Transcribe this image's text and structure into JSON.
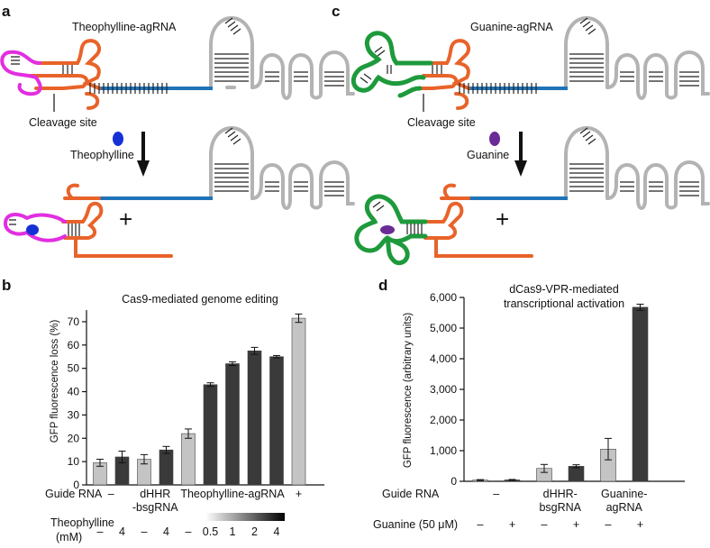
{
  "panels": {
    "a": {
      "letter": "a",
      "construct": "Theophylline-agRNA",
      "cleavage": "Cleavage site",
      "ligand": "Theophylline",
      "plus": "+"
    },
    "c": {
      "letter": "c",
      "construct": "Guanine-agRNA",
      "cleavage": "Cleavage site",
      "ligand": "Guanine",
      "plus": "+"
    }
  },
  "colors": {
    "aptamer_a": "#e22ee0",
    "aptamer_c": "#1e9a3c",
    "ribozyme": "#e8632a",
    "spacer": "#1f74b8",
    "scaffold": "#b3b3b3",
    "ligand_a": "#1531d6",
    "ligand_c": "#6a2b96",
    "bar_light": "#c4c4c4",
    "bar_dark": "#3a3a3a"
  },
  "chart_data": [
    {
      "panel": "b",
      "type": "bar",
      "title": "Cas9-mediated genome editing",
      "ylabel": "GFP fluorescence loss (%)",
      "ylim": [
        0,
        75
      ],
      "yticks": [
        0,
        10,
        20,
        30,
        40,
        50,
        60,
        70
      ],
      "ytick_labels": [
        "0",
        "10",
        "20",
        "30",
        "40",
        "50",
        "60",
        "70"
      ],
      "row1_label": "Guide RNA",
      "row2_label": "Theophylline",
      "row2_unit": "(mM)",
      "bars": [
        {
          "value": 9.5,
          "error": 1.5,
          "shade": "light",
          "conc": "–"
        },
        {
          "value": 12,
          "error": 2.5,
          "shade": "dark",
          "conc": "4"
        },
        {
          "value": 11,
          "error": 2,
          "shade": "light",
          "conc": "–"
        },
        {
          "value": 15,
          "error": 1.5,
          "shade": "dark",
          "conc": "4"
        },
        {
          "value": 22,
          "error": 2,
          "shade": "light",
          "conc": "–"
        },
        {
          "value": 43,
          "error": 0.8,
          "shade": "dark",
          "conc": "0.5"
        },
        {
          "value": 52,
          "error": 0.8,
          "shade": "dark",
          "conc": "1"
        },
        {
          "value": 57.5,
          "error": 1.5,
          "shade": "dark",
          "conc": "2"
        },
        {
          "value": 55,
          "error": 0.5,
          "shade": "dark",
          "conc": "4"
        },
        {
          "value": 71.5,
          "error": 1.8,
          "shade": "light",
          "conc": ""
        }
      ],
      "groups": [
        {
          "label": "–",
          "from": 0,
          "to": 1
        },
        {
          "label": "dHHR -bsgRNA",
          "line1": "dHHR",
          "line2": "-bsgRNA",
          "from": 2,
          "to": 3
        },
        {
          "label": "Theophylline-agRNA",
          "from": 4,
          "to": 8
        },
        {
          "label": "+",
          "from": 9,
          "to": 9
        }
      ]
    },
    {
      "panel": "d",
      "type": "bar",
      "title": "dCas9-VPR-mediated transcriptional activation",
      "title_line1": "dCas9-VPR-mediated",
      "title_line2": "transcriptional activation",
      "ylabel": "GFP fluorescence (arbitrary units)",
      "ylim": [
        0,
        6000
      ],
      "yticks": [
        0,
        1000,
        2000,
        3000,
        4000,
        5000,
        6000
      ],
      "ytick_labels": [
        "0",
        "1,000",
        "2,000",
        "3,000",
        "4,000",
        "5,000",
        "6,000"
      ],
      "row1_label": "Guide RNA",
      "row2_label": "Guanine (50 μM)",
      "bars": [
        {
          "value": 40,
          "error": 15,
          "shade": "light",
          "guanine": "–"
        },
        {
          "value": 45,
          "error": 15,
          "shade": "dark",
          "guanine": "+"
        },
        {
          "value": 420,
          "error": 130,
          "shade": "light",
          "guanine": "–"
        },
        {
          "value": 490,
          "error": 50,
          "shade": "dark",
          "guanine": "+"
        },
        {
          "value": 1050,
          "error": 350,
          "shade": "light",
          "guanine": "–"
        },
        {
          "value": 5680,
          "error": 100,
          "shade": "dark",
          "guanine": "+"
        }
      ],
      "groups": [
        {
          "label": "–",
          "from": 0,
          "to": 1
        },
        {
          "label": "dHHR- bsgRNA",
          "line1": "dHHR-",
          "line2": "bsgRNA",
          "from": 2,
          "to": 3
        },
        {
          "label": "Guanine- agRNA",
          "line1": "Guanine-",
          "line2": "agRNA",
          "from": 4,
          "to": 5
        }
      ]
    }
  ]
}
